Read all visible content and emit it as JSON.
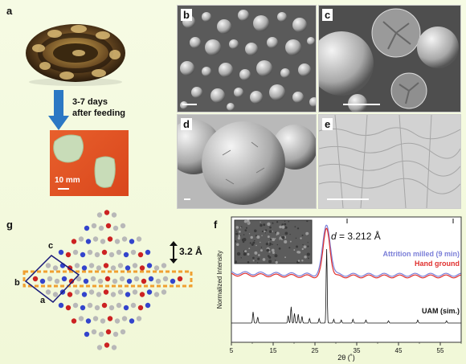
{
  "panels": {
    "a": {
      "label": "a",
      "arrow_text_line1": "3-7 days",
      "arrow_text_line2": "after feeding",
      "scale_text": "10 mm"
    },
    "b": {
      "label": "b"
    },
    "c": {
      "label": "c"
    },
    "d": {
      "label": "d"
    },
    "e": {
      "label": "e"
    },
    "g": {
      "label": "g",
      "spacing_text": "3.2 Å",
      "axis_a": "a",
      "axis_b": "b",
      "axis_c": "c"
    },
    "f": {
      "label": "f",
      "d_prefix": "d",
      "d_value": " = 3.212 Å"
    }
  },
  "colors": {
    "attrition": "#7b7fd8",
    "hand": "#e0302e",
    "sim": "#111111",
    "arrow": "#2b78c4",
    "orange_box": "#f0a030"
  },
  "chart_data": {
    "type": "line",
    "xlabel": "2θ (˚)",
    "ylabel": "Normalized Intensity",
    "xlim": [
      5,
      60
    ],
    "xticks": [
      5,
      15,
      25,
      35,
      45,
      55
    ],
    "series": [
      {
        "name": "Attrition milled (9 min)",
        "color": "#7b7fd8",
        "peaks": [
          [
            27.8,
            1.0
          ]
        ],
        "baseline": 0.62
      },
      {
        "name": "Hand ground",
        "color": "#e0302e",
        "peaks": [
          [
            27.8,
            1.0
          ]
        ],
        "baseline": 0.58
      },
      {
        "name": "UAM (sim.)",
        "color": "#111111",
        "peaks": [
          [
            10.2,
            0.15
          ],
          [
            11.3,
            0.08
          ],
          [
            18.6,
            0.1
          ],
          [
            19.3,
            0.22
          ],
          [
            20.1,
            0.13
          ],
          [
            21.0,
            0.12
          ],
          [
            21.9,
            0.09
          ],
          [
            23.7,
            0.06
          ],
          [
            26.0,
            0.06
          ],
          [
            27.8,
            1.0
          ],
          [
            29.5,
            0.05
          ],
          [
            31.3,
            0.04
          ],
          [
            34.1,
            0.05
          ],
          [
            37.2,
            0.04
          ],
          [
            42.6,
            0.03
          ],
          [
            49.6,
            0.04
          ],
          [
            56.5,
            0.03
          ]
        ],
        "baseline": 0.0
      }
    ]
  }
}
